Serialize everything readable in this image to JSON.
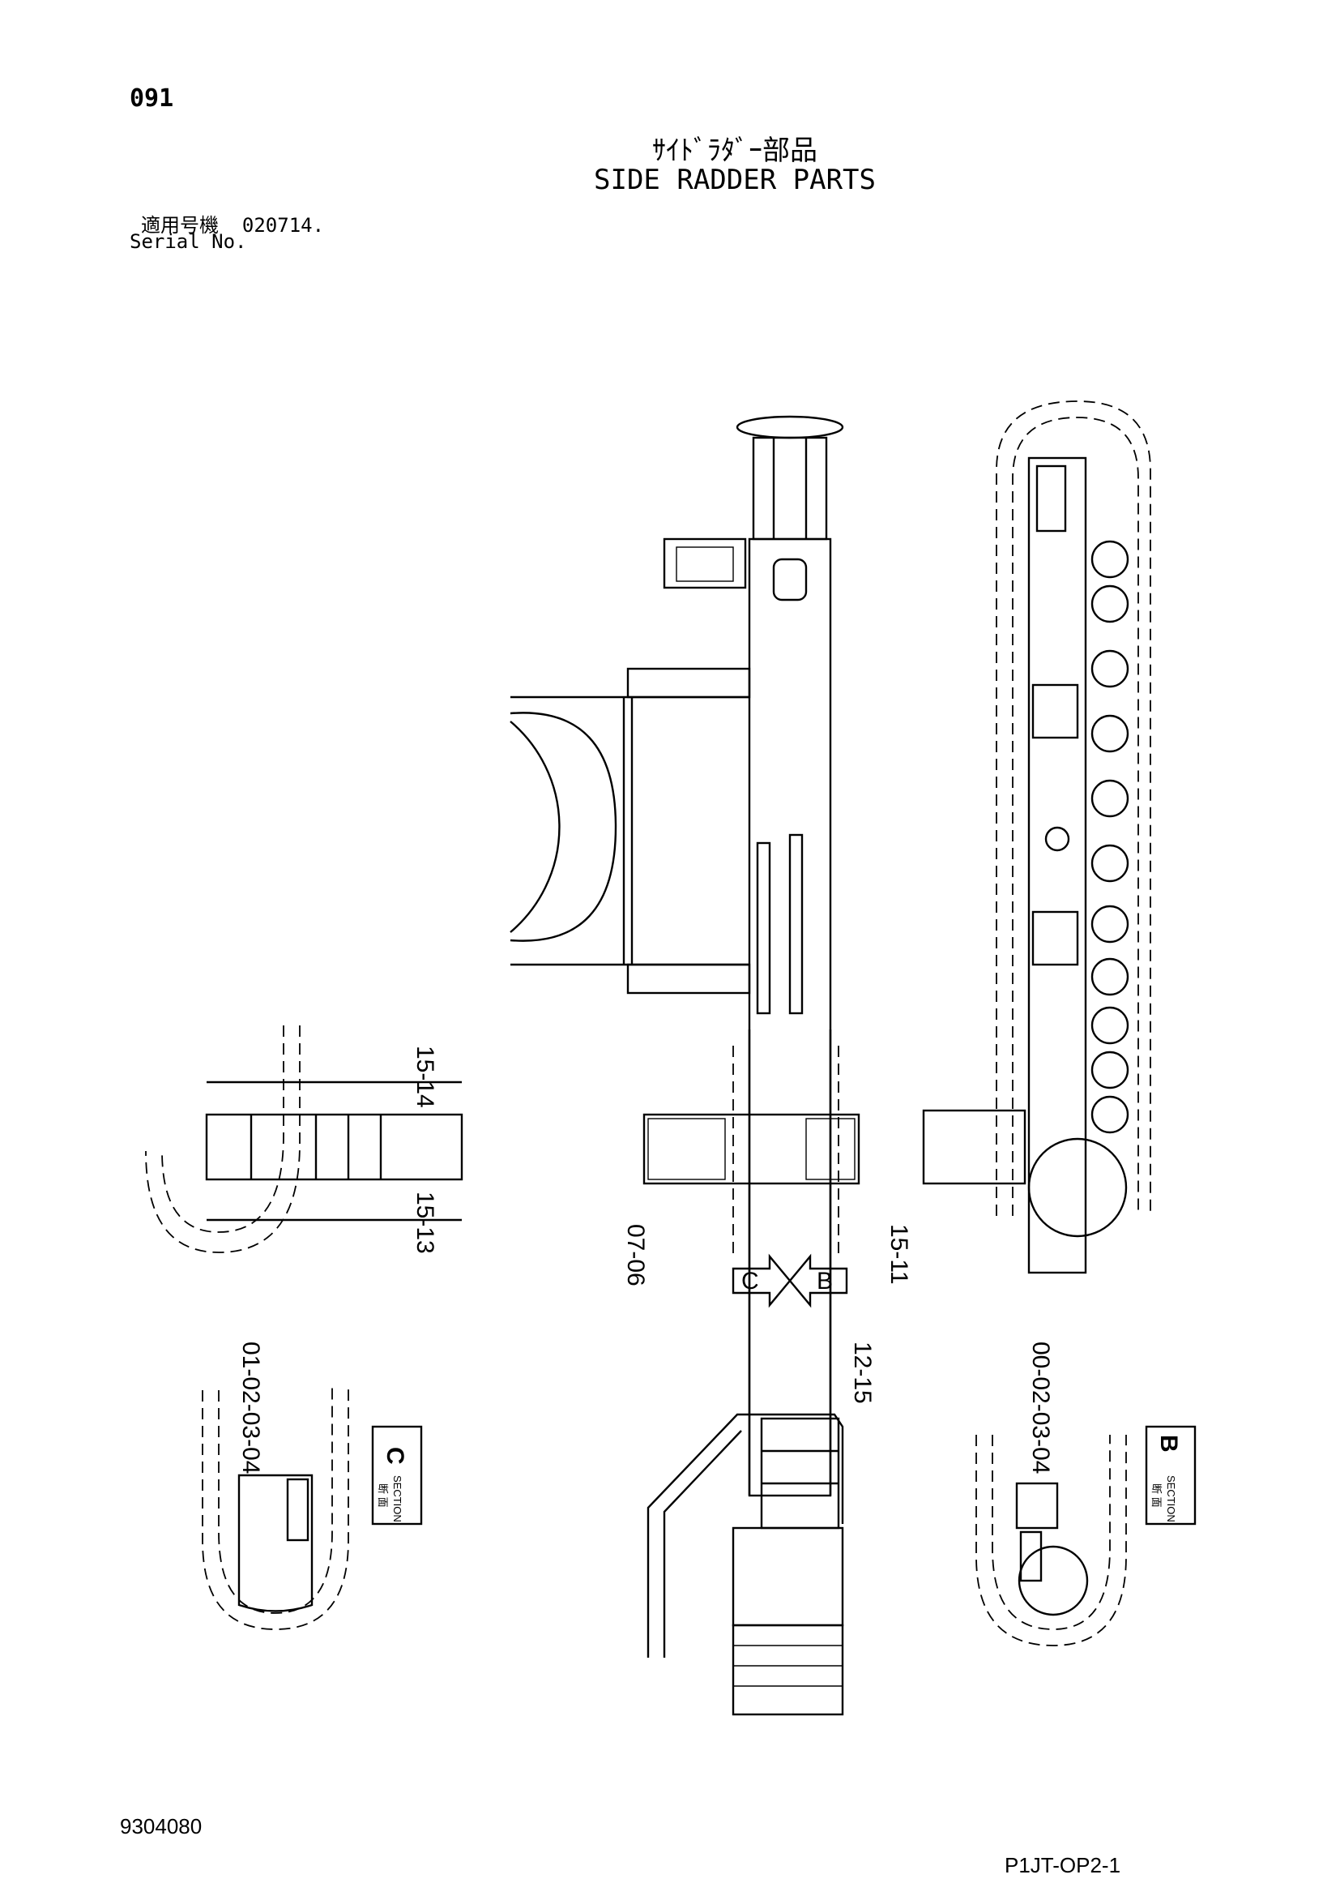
{
  "header": {
    "page_number": "091",
    "title_jp": "ｻｲﾄﾞﾗﾀﾞｰ部品",
    "title_en": "SIDE RADDER PARTS",
    "serial_label_jp": "適用号機",
    "serial_value": "020714.",
    "serial_label_en": "Serial No."
  },
  "callouts": {
    "c15_14": "15-14",
    "c15_13": "15-13",
    "c07_06": "07-06",
    "c15_11": "15-11",
    "c01_04": "01-02-03-04",
    "c12_15": "12-15",
    "c00_04": "00-02-03-04"
  },
  "view_arrows": {
    "arrow_c": "C",
    "arrow_b": "B"
  },
  "sections": {
    "c": {
      "letter": "C",
      "jp": "断 面",
      "en": "SECTION"
    },
    "b": {
      "letter": "B",
      "jp": "断 面",
      "en": "SECTION"
    }
  },
  "footer": {
    "doc_code": "9304080",
    "sheet_code": "P1JT-OP2-1"
  }
}
